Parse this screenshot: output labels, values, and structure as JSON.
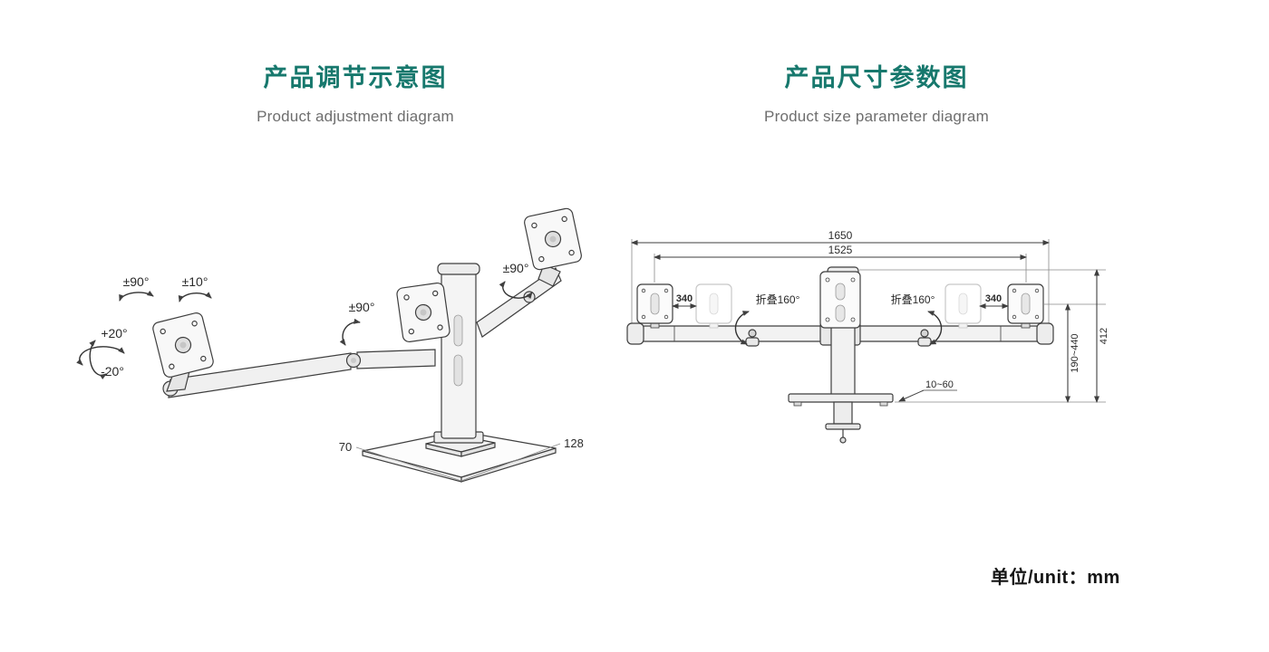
{
  "theme": {
    "title_color": "#17786d",
    "subtitle_color": "#6e6e6e",
    "line_color": "#3f3f3f",
    "ghost_color": "#c8c8c8"
  },
  "left_section": {
    "title": "产品调节示意图",
    "subtitle": "Product adjustment diagram",
    "annotations": {
      "swivel_left": "±90°",
      "tilt_small": "±10°",
      "tilt_up": "+20°",
      "tilt_down": "-20°",
      "swivel_center": "±90°",
      "swivel_right": "±90°",
      "base_dim_left": "70",
      "base_dim_right": "128"
    }
  },
  "right_section": {
    "title": "产品尺寸参数图",
    "subtitle": "Product size parameter diagram",
    "dimensions": {
      "overall_width": "1650",
      "inner_width": "1525",
      "slide_left": "340",
      "slide_right": "340",
      "fold_left": "折叠160°",
      "fold_right": "折叠160°",
      "height_range": "190~440",
      "overall_height": "412",
      "clamp_thickness": "10~60"
    }
  },
  "footer": {
    "unit_label": "单位/unit：mm"
  }
}
